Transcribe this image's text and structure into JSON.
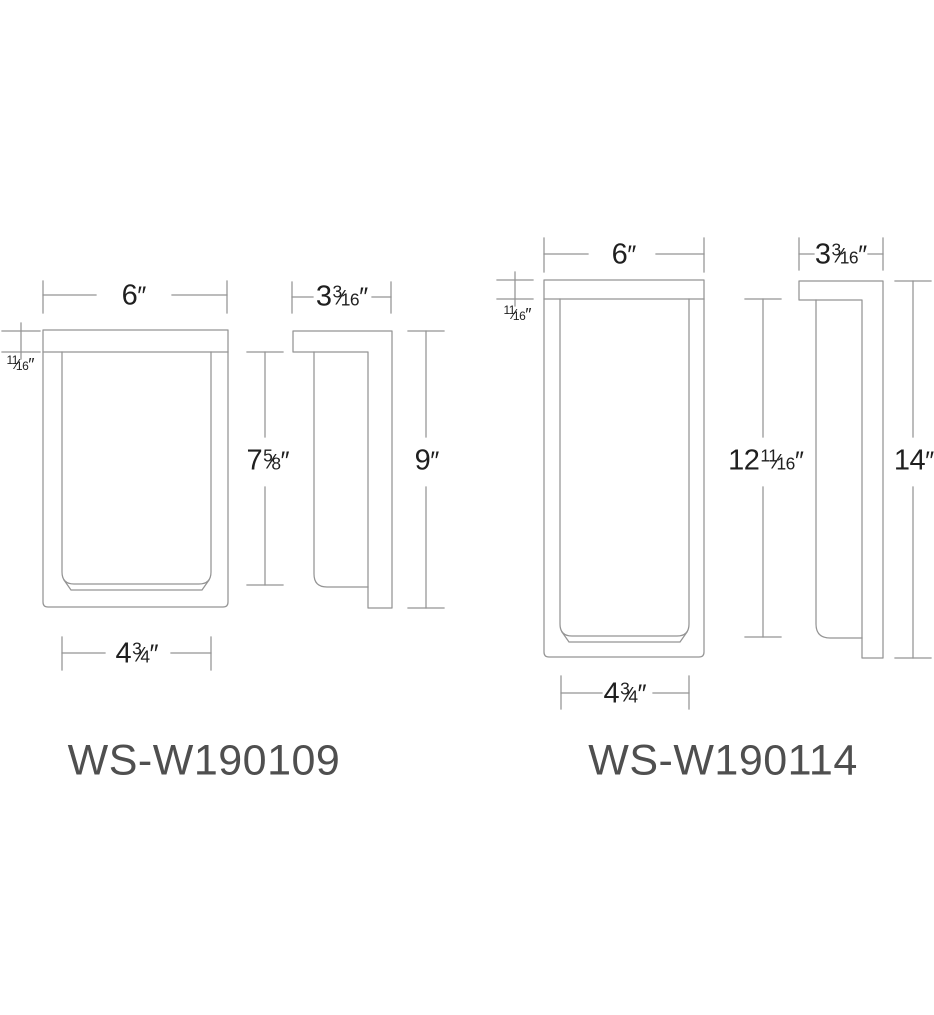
{
  "colors": {
    "line": "#949494",
    "dim_text": "#1f1f1f",
    "model_text": "#4f4f4f",
    "background": "#ffffff"
  },
  "products": [
    {
      "model": "WS-W190109",
      "dimensions": {
        "width": {
          "whole": "6",
          "quote": "″"
        },
        "plate_thickness": {
          "num": "11",
          "den": "16",
          "quote": "″"
        },
        "opening_height": {
          "whole": "7",
          "num": "5",
          "den": "8",
          "quote": "″"
        },
        "base_width": {
          "whole": "4",
          "num": "3",
          "den": "4",
          "quote": "″"
        },
        "depth": {
          "whole": "3",
          "num": "3",
          "den": "16",
          "quote": "″"
        },
        "overall_height": {
          "whole": "9",
          "quote": "″"
        }
      }
    },
    {
      "model": "WS-W190114",
      "dimensions": {
        "width": {
          "whole": "6",
          "quote": "″"
        },
        "plate_thickness": {
          "num": "11",
          "den": "16",
          "quote": "″"
        },
        "opening_height": {
          "whole": "12",
          "num": "11",
          "den": "16",
          "quote": "″"
        },
        "base_width": {
          "whole": "4",
          "num": "3",
          "den": "4",
          "quote": "″"
        },
        "depth": {
          "whole": "3",
          "num": "3",
          "den": "16",
          "quote": "″"
        },
        "overall_height": {
          "whole": "14",
          "quote": "″"
        }
      }
    }
  ]
}
